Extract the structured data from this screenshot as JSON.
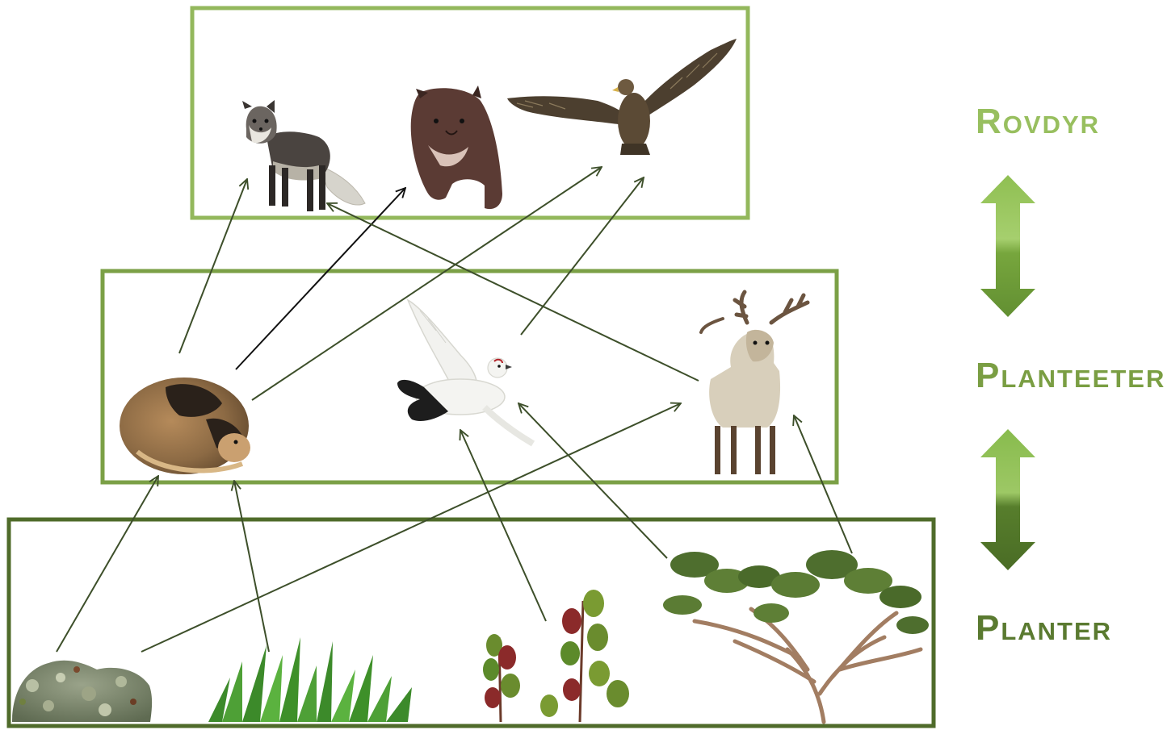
{
  "levels": {
    "predators": {
      "label": "Rovdyr",
      "color": "#98bf5f"
    },
    "herbivores": {
      "label": "Planteetere",
      "color": "#7a9e43"
    },
    "plants": {
      "label": "Planter",
      "color": "#4f6b2a"
    }
  },
  "organisms": [
    {
      "id": "arctic-fox",
      "icon": "arctic-fox-icon",
      "level": "predators"
    },
    {
      "id": "wolverine",
      "icon": "wolverine-icon",
      "level": "predators"
    },
    {
      "id": "eagle",
      "icon": "eagle-icon",
      "level": "predators"
    },
    {
      "id": "lemming",
      "icon": "lemming-icon",
      "level": "herbivores"
    },
    {
      "id": "ptarmigan",
      "icon": "ptarmigan-icon",
      "level": "herbivores"
    },
    {
      "id": "reindeer",
      "icon": "reindeer-icon",
      "level": "herbivores"
    },
    {
      "id": "lichen",
      "icon": "lichen-icon",
      "level": "plants"
    },
    {
      "id": "grass",
      "icon": "grass-icon",
      "level": "plants"
    },
    {
      "id": "berry-shrub",
      "icon": "berry-shrub-icon",
      "level": "plants"
    },
    {
      "id": "dwarf-birch",
      "icon": "dwarf-birch-icon",
      "level": "plants"
    }
  ],
  "links": [
    {
      "from": "lemming",
      "to": "arctic-fox"
    },
    {
      "from": "lemming",
      "to": "wolverine"
    },
    {
      "from": "lemming",
      "to": "eagle"
    },
    {
      "from": "ptarmigan",
      "to": "eagle"
    },
    {
      "from": "reindeer",
      "to": "arctic-fox"
    },
    {
      "from": "lichen",
      "to": "lemming"
    },
    {
      "from": "grass",
      "to": "lemming"
    },
    {
      "from": "lichen",
      "to": "reindeer"
    },
    {
      "from": "berry-shrub",
      "to": "ptarmigan"
    },
    {
      "from": "dwarf-birch",
      "to": "ptarmigan"
    },
    {
      "from": "dwarf-birch",
      "to": "reindeer"
    }
  ]
}
